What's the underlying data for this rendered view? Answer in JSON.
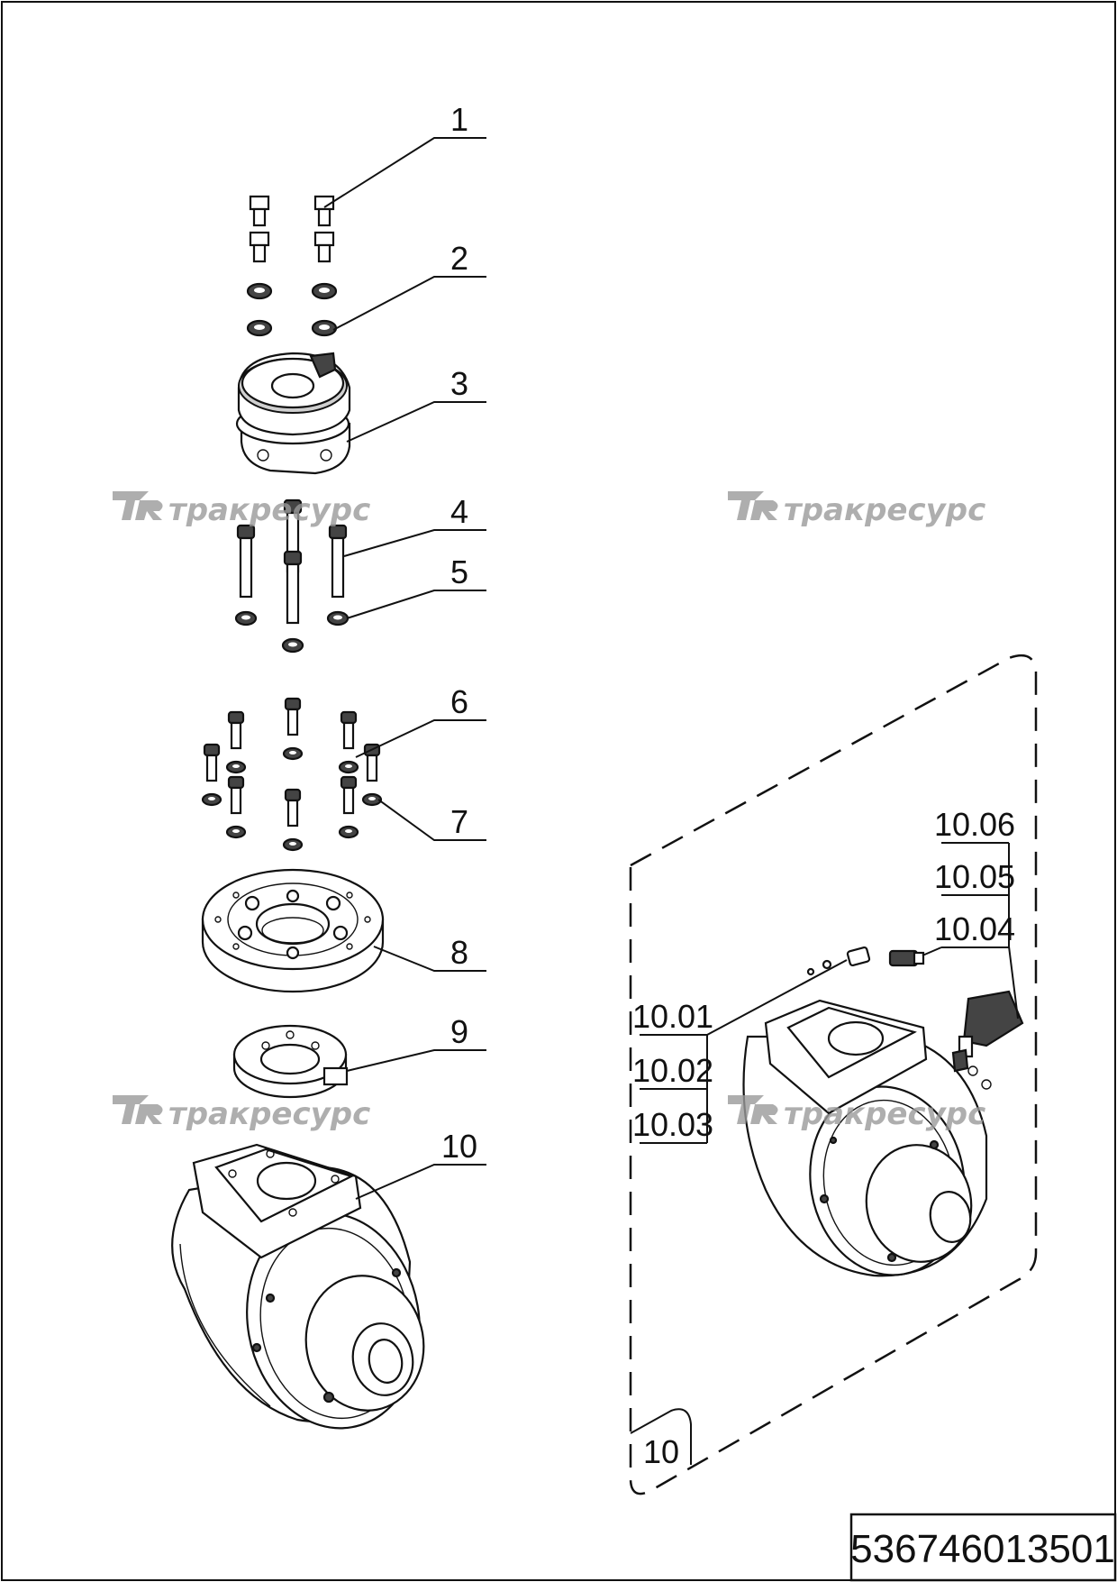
{
  "callouts": [
    "1",
    "2",
    "3",
    "4",
    "5",
    "6",
    "7",
    "8",
    "9",
    "10"
  ],
  "detail": {
    "labels_left": [
      "10.01",
      "10.02",
      "10.03"
    ],
    "labels_right": [
      "10.06",
      "10.05",
      "10.04"
    ],
    "tag": "10"
  },
  "watermark": {
    "logo": "TR",
    "text": "тракресурс"
  },
  "document_number": "536746013501"
}
